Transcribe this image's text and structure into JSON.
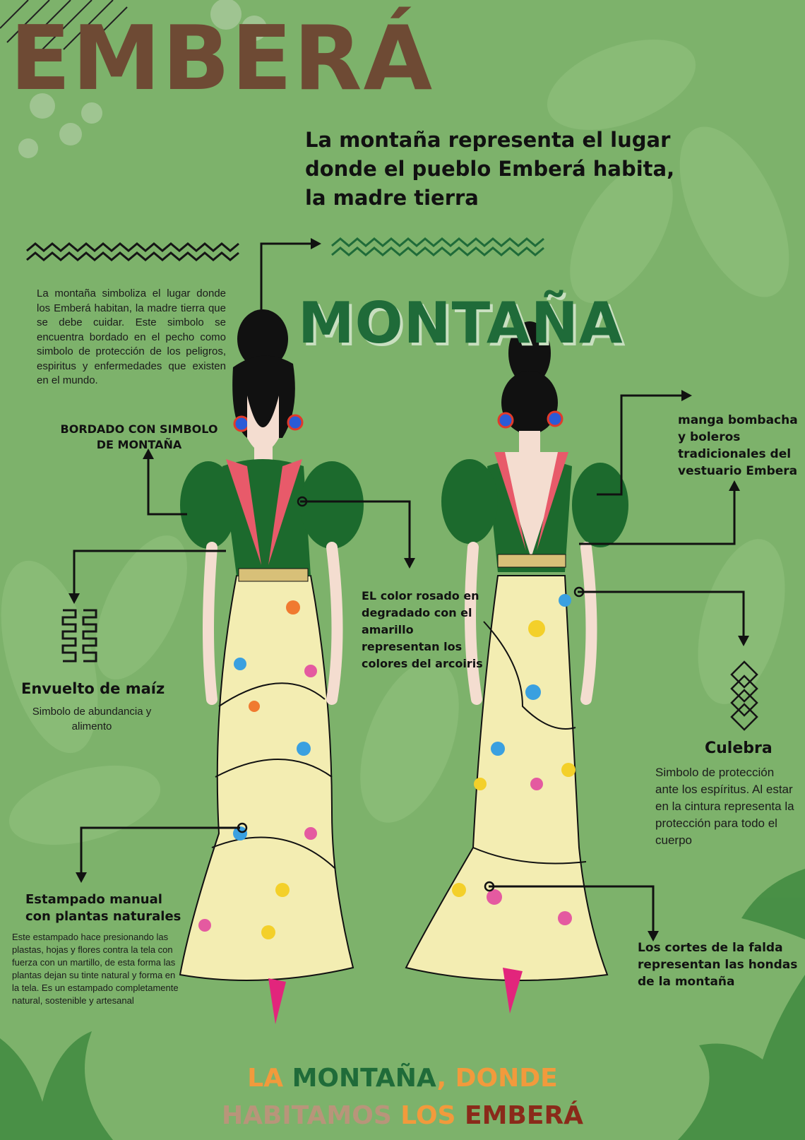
{
  "title": "EMBERÁ",
  "intro": "La montaña representa el lugar donde el pueblo Emberá habita, la madre tierra",
  "section_title": "MONTAÑA",
  "left_paragraph": "La montaña simboliza  el lugar donde los Emberá habitan, la madre tierra que se debe cuidar. Este simbolo se encuentra bordado en el pecho como simbolo de protección de los peligros, espiritus y enfermedades que existen en el mundo.",
  "bordado_label": "BORDADO CON SIMBOLO DE MONTAÑA",
  "maiz": {
    "title": "Envuelto de maíz",
    "desc": "Simbolo de abundancia y alimento"
  },
  "rosado_label": "EL color rosado en degradado con el amarillo representan los colores del arcoiris",
  "manga_label": "manga bombacha y boleros tradicionales del vestuario Embera",
  "culebra": {
    "title": "Culebra",
    "desc": "Simbolo de protección ante los espíritus. Al estar en la cintura representa la protección para todo el cuerpo"
  },
  "estampado": {
    "title": "Estampado manual con plantas naturales",
    "desc": "Este estampado hace presionando las plastas, hojas y flores contra la tela con fuerza con un martillo, de esta forma las plantas dejan su tinte natural y forma en la tela. Es un estampado completamente natural, sostenible y artesanal"
  },
  "cortes_label": "Los cortes de la falda representan  las hondas de la montaña",
  "footer": {
    "p1": "LA ",
    "p2": "MONTAÑA",
    "p3": ", DONDE",
    "p4": "HABITAMOS ",
    "p5": "LOS ",
    "p6": "EMBERÁ"
  },
  "colors": {
    "background": "#7db26b",
    "title_brown": "#6e4a34",
    "montana_green": "#1f6b39",
    "footer_orange": "#f29a3c",
    "footer_green": "#1f6b39",
    "footer_tan": "#b8957a",
    "footer_red": "#8a2a1a"
  },
  "icons": [
    "maize-wrap-icon",
    "snake-pattern-icon",
    "zigzag-divider-icon",
    "arrow-icon"
  ]
}
